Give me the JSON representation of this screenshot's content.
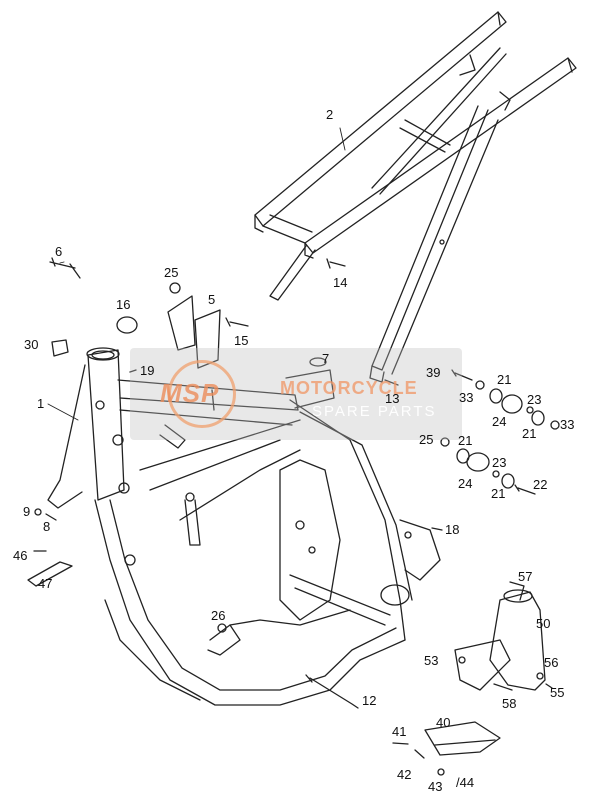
{
  "diagram": {
    "parts": {
      "p1": "1",
      "p2": "2",
      "p5": "5",
      "p6": "6",
      "p7": "7",
      "p8": "8",
      "p9": "9",
      "p12": "12",
      "p13": "13",
      "p14": "14",
      "p15": "15",
      "p16": "16",
      "p18": "18",
      "p19": "19",
      "p21a": "21",
      "p21b": "21",
      "p21c": "21",
      "p21d": "21",
      "p22": "22",
      "p23a": "23",
      "p23b": "23",
      "p24a": "24",
      "p24b": "24",
      "p25a": "25",
      "p25b": "25",
      "p26": "26",
      "p30": "30",
      "p33a": "33",
      "p33b": "33",
      "p39": "39",
      "p40": "40",
      "p41": "41",
      "p42": "42",
      "p43": "43",
      "p44": "/44",
      "p46": "46",
      "p47": "47",
      "p50": "50",
      "p53": "53",
      "p55": "55",
      "p56": "56",
      "p57": "57",
      "p58": "58"
    }
  },
  "watermark": {
    "badge": "MSP",
    "title": "MOTORCYCLE",
    "subtitle": "SPARE PARTS"
  }
}
